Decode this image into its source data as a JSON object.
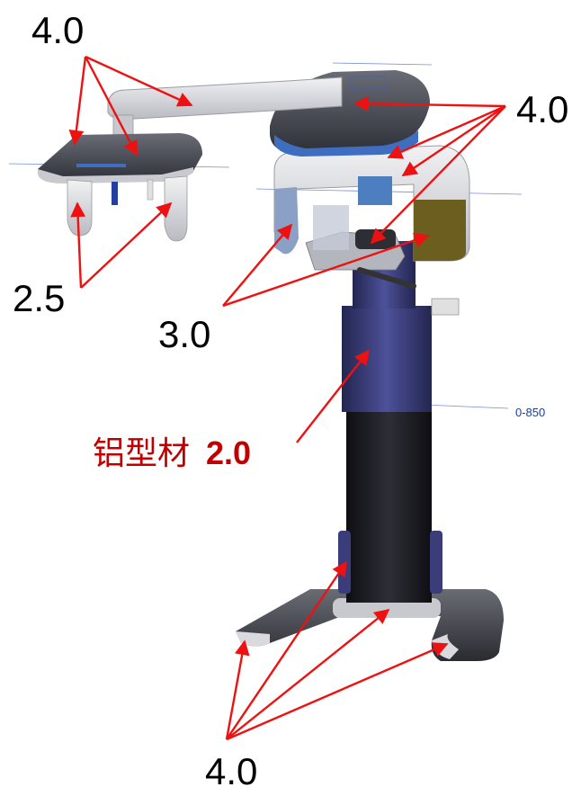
{
  "labels": {
    "top_left": "4.0",
    "top_right": "4.0",
    "left_mid": "2.5",
    "center": "3.0",
    "bottom": "4.0",
    "aluminum_text": "铝型材",
    "aluminum_value": "2.0",
    "dimension": "0-850"
  },
  "colors": {
    "arrow": "#ee1111",
    "label": "#000000",
    "aluminum_label": "#c00000",
    "column": "#3a3d7a",
    "column_dark": "#1c1c22",
    "head": "#4a4d55",
    "shell": "#d8d8dc",
    "accent_yellow": "#6b5e1e",
    "accent_blue": "#6f8fb8"
  }
}
